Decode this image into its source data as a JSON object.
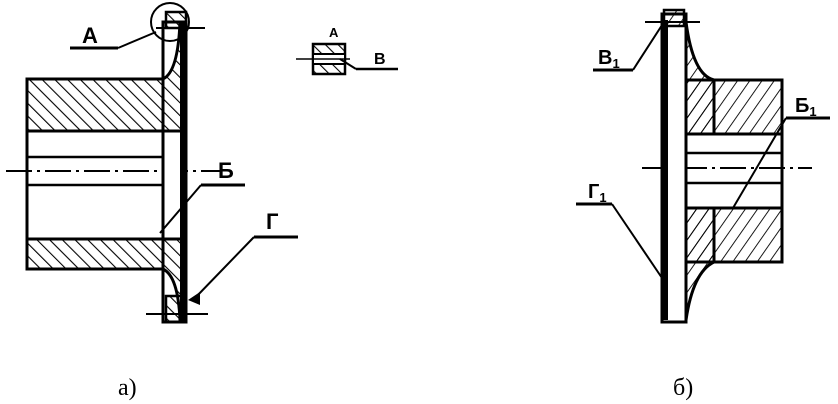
{
  "figure_a": {
    "labels": {
      "A": "А",
      "B_inset": "В",
      "A_inset": "А",
      "Be": "Б",
      "G": "Г"
    },
    "caption": "а)"
  },
  "figure_b": {
    "labels": {
      "V1": "В",
      "V1_sub": "1",
      "Be1": "Б",
      "Be1_sub": "1",
      "G1": "Г",
      "G1_sub": "1"
    },
    "caption": "б)"
  },
  "colors": {
    "ink": "#000000",
    "paper": "#ffffff"
  }
}
